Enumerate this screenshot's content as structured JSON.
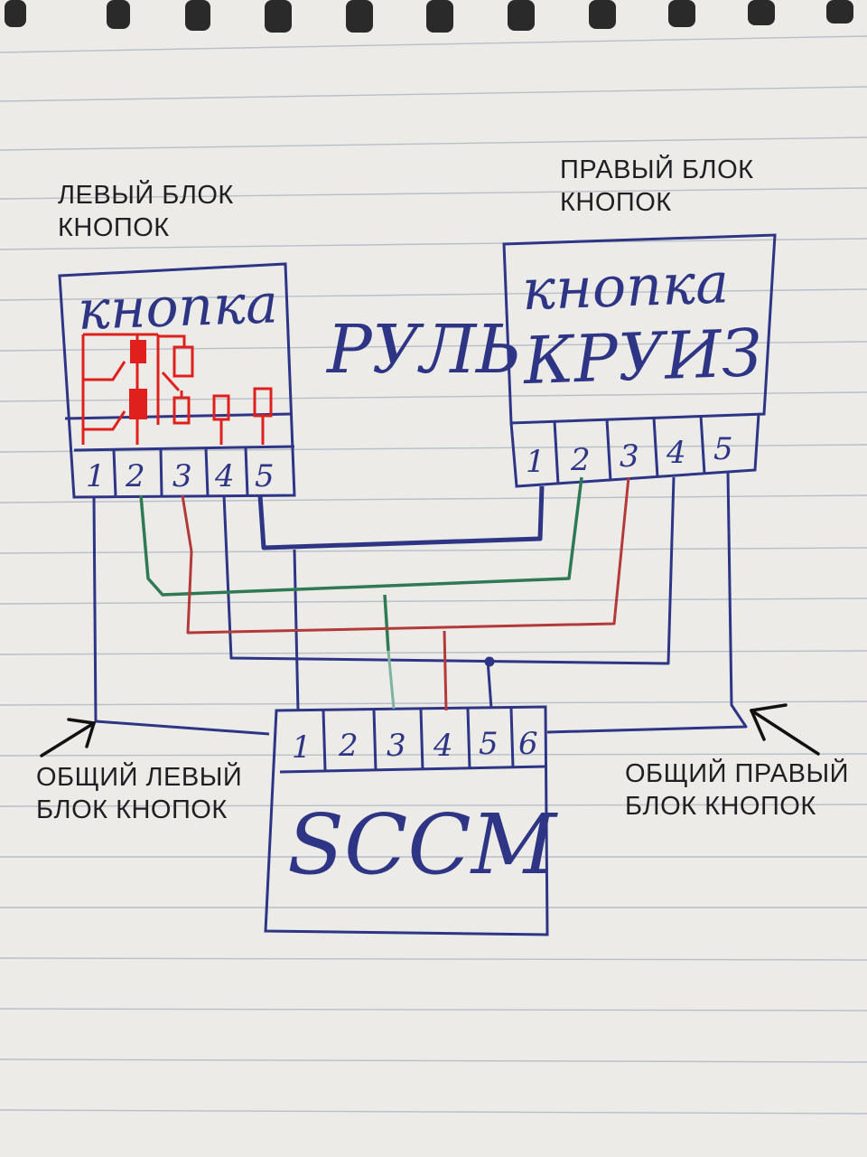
{
  "labels": {
    "left_block": [
      "ЛЕВЫЙ  БЛОК",
      "КНОПОК"
    ],
    "right_block": [
      "ПРАВЫЙ БЛОК",
      "КНОПОК"
    ],
    "common_left": [
      "ОБЩИЙ ЛЕВЫЙ",
      "БЛОК КНОПОК"
    ],
    "common_right": [
      "ОБЩИЙ ПРАВЫЙ",
      "БЛОК КНОПОК"
    ]
  },
  "handwritten": {
    "left_box_title": "кнопка",
    "wheel": "РУЛЬ",
    "right_box_title_1": "кнопка",
    "right_box_title_2": "КРУИЗ",
    "sccm": "SCCM"
  },
  "connectors": {
    "left": [
      "1",
      "2",
      "3",
      "4",
      "5"
    ],
    "right": [
      "1",
      "2",
      "3",
      "4",
      "5"
    ],
    "sccm": [
      "1",
      "2",
      "3",
      "4",
      "5",
      "6"
    ]
  },
  "colors": {
    "ink_blue": "#2e3585",
    "ink_green": "#2f7a55",
    "ink_red": "#b23a3a",
    "marker_red": "#e0201c",
    "paper": "#ecebe7",
    "rule": "#b9bec9"
  }
}
